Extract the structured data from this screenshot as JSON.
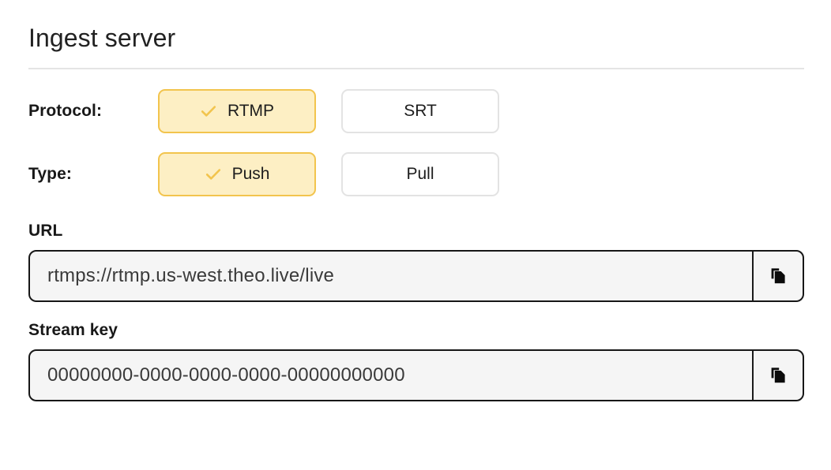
{
  "page": {
    "title": "Ingest server"
  },
  "options": [
    {
      "label": "Protocol:",
      "name": "protocol",
      "choices": [
        {
          "label": "RTMP",
          "selected": true
        },
        {
          "label": "SRT",
          "selected": false
        }
      ]
    },
    {
      "label": "Type:",
      "name": "type",
      "choices": [
        {
          "label": "Push",
          "selected": true
        },
        {
          "label": "Pull",
          "selected": false
        }
      ]
    }
  ],
  "fields": [
    {
      "label": "URL",
      "value": "rtmps://rtmp.us-west.theo.live/live",
      "copy_icon": "copy-icon"
    },
    {
      "label": "Stream key",
      "value": "00000000-0000-0000-0000-00000000000",
      "copy_icon": "copy-icon"
    }
  ],
  "icons": {
    "check": "check-icon",
    "copy": "copy-icon"
  },
  "colors": {
    "selected_fill": "#fdefc4",
    "selected_border": "#f2c44d",
    "check": "#f2c44d",
    "unselected_border": "#e3e3e3",
    "field_border": "#171717",
    "field_fill": "#f5f5f5",
    "divider": "#e4e4e4",
    "text": "#1c1c1c"
  }
}
